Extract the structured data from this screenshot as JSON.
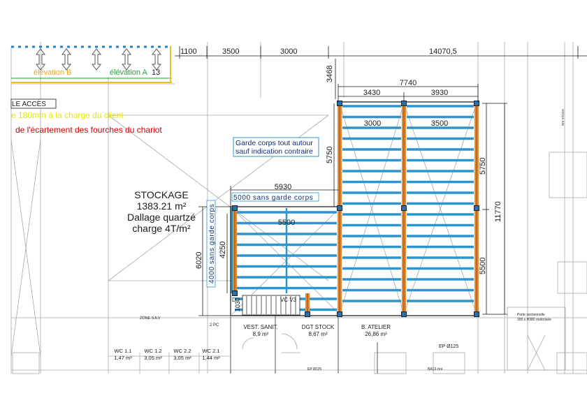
{
  "top_dims": {
    "d1": "1100",
    "d2": "3500",
    "d3": "3000",
    "d4": "14070,5"
  },
  "vert_dim_top": "3468",
  "elevations": {
    "b": "élévation B",
    "a": "élévation A",
    "num": "13"
  },
  "acces_label": "LE ACCÈS",
  "note_yellow": "e 180mm à la charge du client",
  "note_red": "de l'écartement des fourches du chariot",
  "storage": {
    "title": "STOCKAGE",
    "area": "1383.21 m²",
    "floor": "Dallage quartzé",
    "load": "charge 4T/m²"
  },
  "guardrail_note": {
    "line1": "Garde corps tout autour",
    "line2": "sauf indication contraire"
  },
  "mezz_dims": {
    "total_w": "7740",
    "left_w": "3430",
    "right_w": "3930",
    "inner_left": "3000",
    "inner_right": "3500",
    "upper_h": "5750",
    "upper_h_right": "5750",
    "total_h": "11770",
    "lower_h_right": "5500",
    "lower_w": "5930",
    "no_guard": "5000 sans garde corps",
    "lower_inner_w": "5500",
    "lower_h": "6020",
    "lower_inner_h": "4250",
    "side_no_guard": "4000 sans garde corps",
    "stair_w": "1030"
  },
  "small_labels": {
    "d": "D",
    "vc": "VC V3",
    "zone": "ZONE SJLV",
    "pc": "2 PC",
    "ep": "EP Ø125",
    "ep2": "EP Ø125",
    "porte": "Porte sectionnelle",
    "porte2": "300 x H380 motorisée",
    "rev": "NIV STOCK",
    "ba": "BA13 cloi"
  },
  "rooms": [
    {
      "name": "VEST. SANIT.",
      "area": "8,9 m²"
    },
    {
      "name": "DGT STOCK",
      "area": "8,67 m²"
    },
    {
      "name": "B. ATELIER",
      "area": "26,86 m²"
    }
  ],
  "wcs": [
    {
      "name": "WC 1.1",
      "area": "1,47 m²"
    },
    {
      "name": "WC 1.2",
      "area": "3,05 m²"
    },
    {
      "name": "WC 2.2",
      "area": "3,05 m²"
    },
    {
      "name": "WC 2.1",
      "area": "1,44 m²"
    }
  ],
  "colors": {
    "beam": "#2b95cf",
    "post": "#e8892e",
    "note_yellow": "#e6e600",
    "note_red": "#cc0000",
    "elevation_green": "#2a9d3a",
    "elevation_yellow": "#e8c21a"
  }
}
